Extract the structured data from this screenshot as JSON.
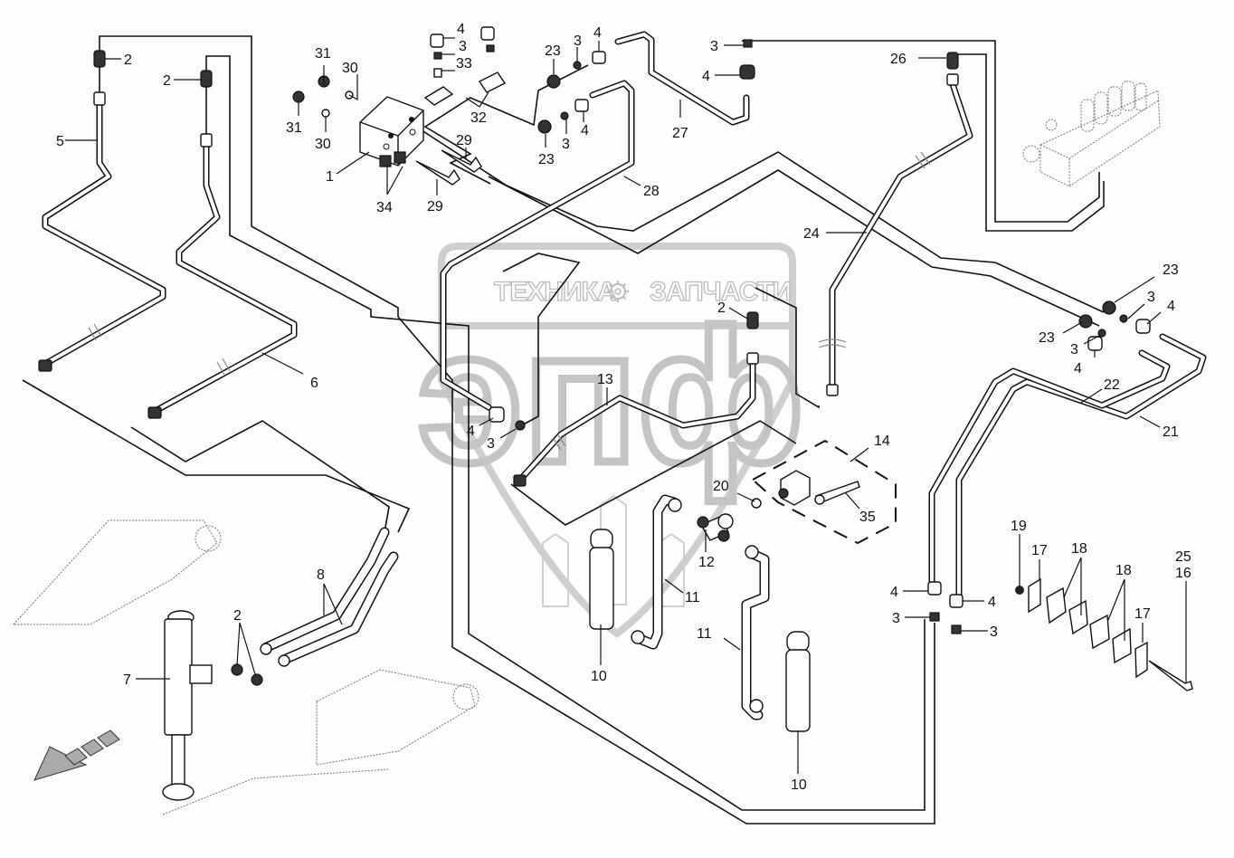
{
  "diagram": {
    "title": "Hydraulic pipework exploded view",
    "watermark": {
      "left_word": "ТЕХНИКА",
      "right_word": "ЗАПЧАСТИ",
      "logo_letters": "эпф"
    },
    "callouts": [
      {
        "id": "c-2a",
        "label": "2"
      },
      {
        "id": "c-2b",
        "label": "2"
      },
      {
        "id": "c-5",
        "label": "5"
      },
      {
        "id": "c-6",
        "label": "6"
      },
      {
        "id": "c-31a",
        "label": "31"
      },
      {
        "id": "c-30a",
        "label": "30"
      },
      {
        "id": "c-31b",
        "label": "31"
      },
      {
        "id": "c-30b",
        "label": "30"
      },
      {
        "id": "c-1",
        "label": "1"
      },
      {
        "id": "c-34",
        "label": "34"
      },
      {
        "id": "c-29a",
        "label": "29"
      },
      {
        "id": "c-29b",
        "label": "29"
      },
      {
        "id": "c-4a",
        "label": "4"
      },
      {
        "id": "c-3a",
        "label": "3"
      },
      {
        "id": "c-33",
        "label": "33"
      },
      {
        "id": "c-32",
        "label": "32"
      },
      {
        "id": "c-23a",
        "label": "23"
      },
      {
        "id": "c-3b",
        "label": "3"
      },
      {
        "id": "c-4b",
        "label": "4"
      },
      {
        "id": "c-23b",
        "label": "23"
      },
      {
        "id": "c-3c",
        "label": "3"
      },
      {
        "id": "c-4c",
        "label": "4"
      },
      {
        "id": "c-28",
        "label": "28"
      },
      {
        "id": "c-27",
        "label": "27"
      },
      {
        "id": "c-3d",
        "label": "3"
      },
      {
        "id": "c-4d",
        "label": "4"
      },
      {
        "id": "c-26",
        "label": "26"
      },
      {
        "id": "c-24",
        "label": "24"
      },
      {
        "id": "c-2c",
        "label": "2"
      },
      {
        "id": "c-13",
        "label": "13"
      },
      {
        "id": "c-4e",
        "label": "4"
      },
      {
        "id": "c-3e",
        "label": "3"
      },
      {
        "id": "c-23c",
        "label": "23"
      },
      {
        "id": "c-3f",
        "label": "3"
      },
      {
        "id": "c-4f",
        "label": "4"
      },
      {
        "id": "c-23d",
        "label": "23"
      },
      {
        "id": "c-3g",
        "label": "3"
      },
      {
        "id": "c-4g",
        "label": "4"
      },
      {
        "id": "c-22",
        "label": "22"
      },
      {
        "id": "c-21",
        "label": "21"
      },
      {
        "id": "c-14",
        "label": "14"
      },
      {
        "id": "c-20",
        "label": "20"
      },
      {
        "id": "c-35",
        "label": "35"
      },
      {
        "id": "c-12",
        "label": "12"
      },
      {
        "id": "c-11a",
        "label": "11"
      },
      {
        "id": "c-11b",
        "label": "11"
      },
      {
        "id": "c-10a",
        "label": "10"
      },
      {
        "id": "c-10b",
        "label": "10"
      },
      {
        "id": "c-8",
        "label": "8"
      },
      {
        "id": "c-2d",
        "label": "2"
      },
      {
        "id": "c-7",
        "label": "7"
      },
      {
        "id": "c-4h",
        "label": "4"
      },
      {
        "id": "c-3h",
        "label": "3"
      },
      {
        "id": "c-4i",
        "label": "4"
      },
      {
        "id": "c-3i",
        "label": "3"
      },
      {
        "id": "c-19",
        "label": "19"
      },
      {
        "id": "c-17a",
        "label": "17"
      },
      {
        "id": "c-18a",
        "label": "18"
      },
      {
        "id": "c-18b",
        "label": "18"
      },
      {
        "id": "c-17b",
        "label": "17"
      },
      {
        "id": "c-25",
        "label": "25"
      },
      {
        "id": "c-16",
        "label": "16"
      }
    ],
    "colors": {
      "background": "#fdfefb",
      "line": "#111111",
      "watermark": "#c4c4c4",
      "ghost": "#777777"
    }
  }
}
